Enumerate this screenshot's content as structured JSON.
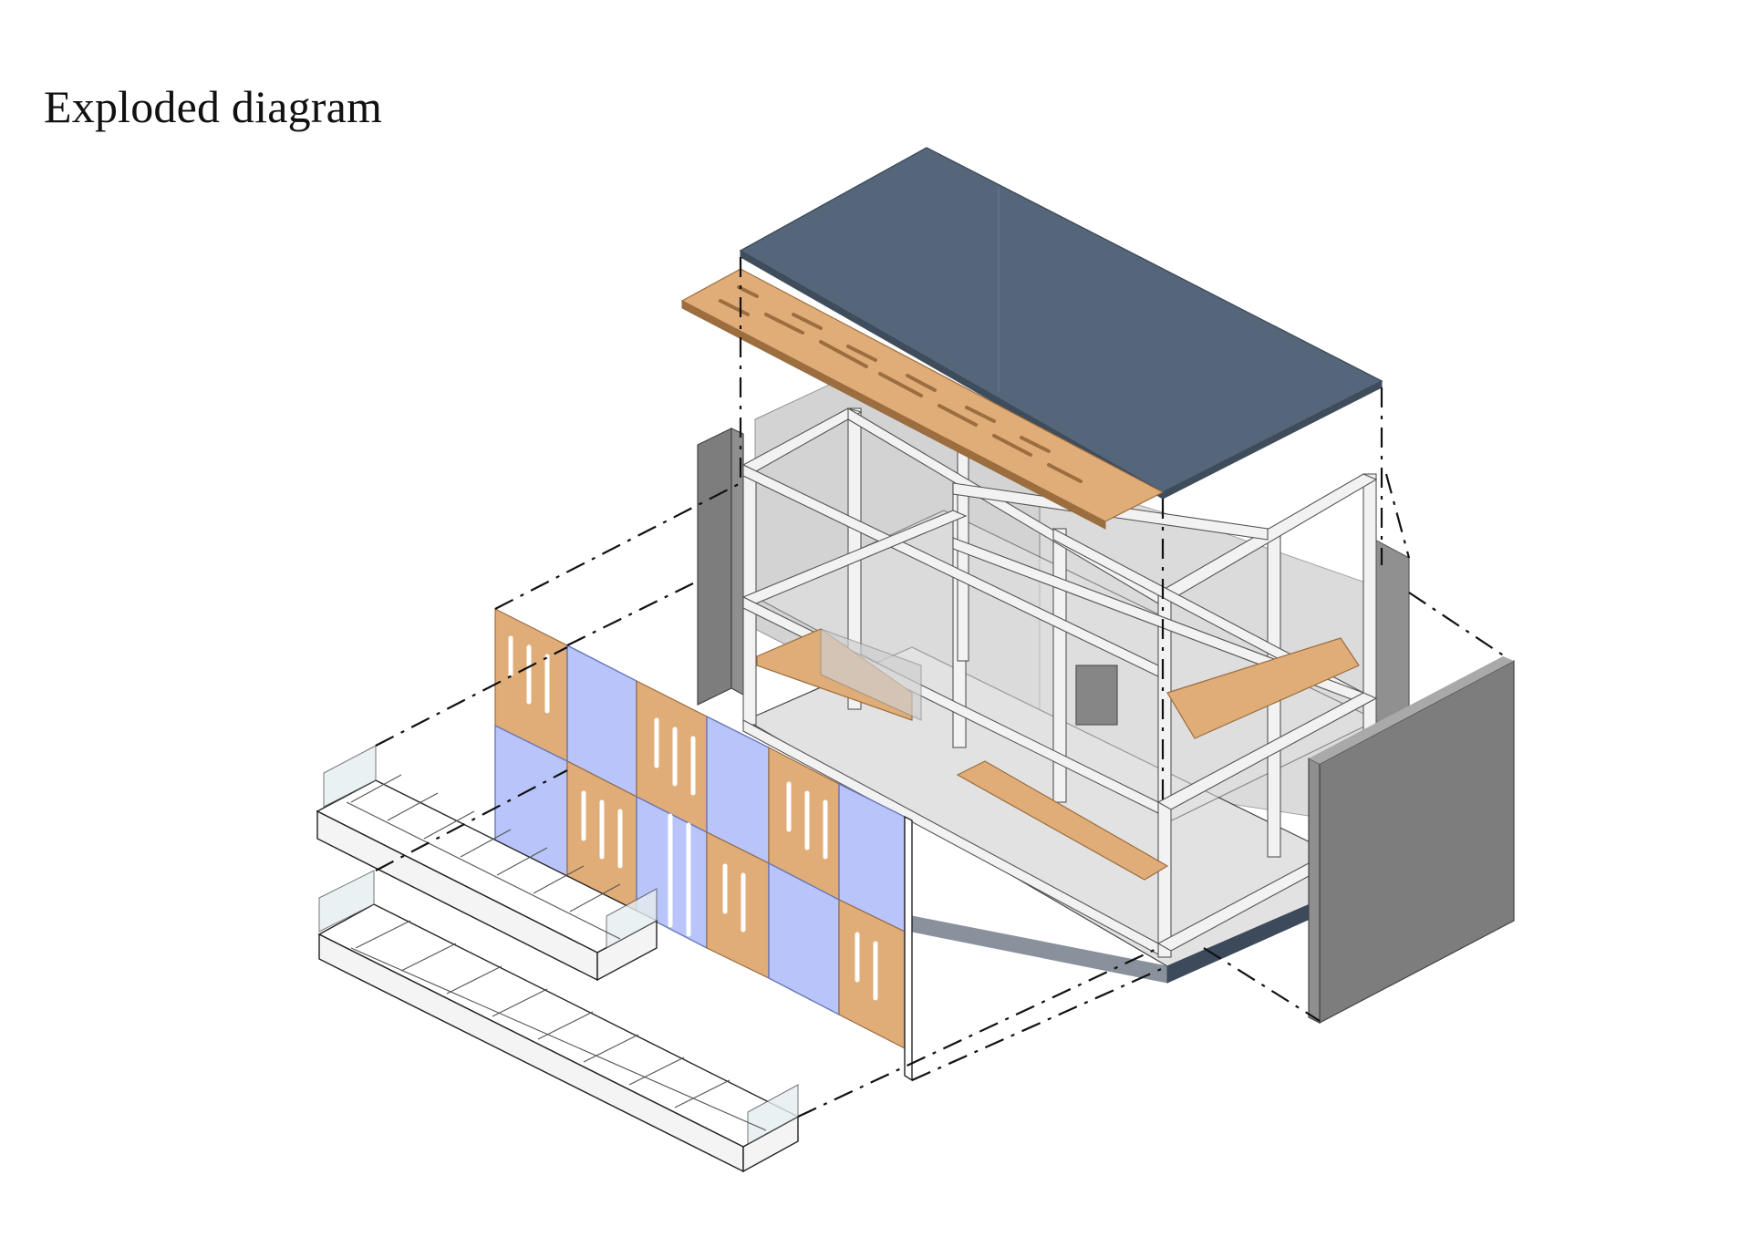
{
  "title": "Exploded diagram",
  "colors": {
    "roof": "#56667a",
    "roof_edge": "#3f4c5b",
    "wood": "#e0ad78",
    "wood_edge": "#9b6d3f",
    "glass": "#b9c5fa",
    "glass_edge": "#6776b8",
    "wall_dark": "#7d7d7d",
    "wall_side": "#8f8f8f",
    "frame": "#f2f2f2",
    "frame_edge": "#555555",
    "interior": "#cfcfcf",
    "floor": "#e2e2e2",
    "base_edge": "#3c4a5c",
    "dashed": "#111111"
  },
  "components": [
    {
      "name": "roof-slab",
      "icon": "roof-slab"
    },
    {
      "name": "perforated-wood-ceiling-panel",
      "icon": "wood-panel"
    },
    {
      "name": "steel-structural-frame",
      "icon": "frame"
    },
    {
      "name": "left-side-wall",
      "icon": "wall"
    },
    {
      "name": "right-side-wall",
      "icon": "wall"
    },
    {
      "name": "facade-panels",
      "icon": "facade"
    },
    {
      "name": "upper-balcony",
      "icon": "balcony"
    },
    {
      "name": "lower-balcony",
      "icon": "balcony"
    },
    {
      "name": "floor-base",
      "icon": "floor"
    }
  ]
}
